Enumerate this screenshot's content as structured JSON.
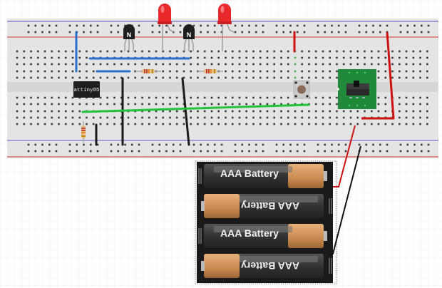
{
  "diagram": {
    "chip": {
      "label": "attiny85"
    },
    "transistors": [
      {
        "label": "N"
      },
      {
        "label": "N"
      }
    ],
    "batteries": [
      {
        "label": "AAA Battery",
        "orientation": "normal"
      },
      {
        "label": "AAA Battery",
        "orientation": "flipped"
      },
      {
        "label": "AAA Battery",
        "orientation": "normal"
      },
      {
        "label": "AAA Battery",
        "orientation": "flipped"
      }
    ],
    "colors": {
      "breadboard": "#e6e6e6",
      "rail_positive": "#d9534f",
      "rail_negative": "#6b6bd6",
      "wire_blue": "#2a6fc9",
      "wire_red": "#cc1111",
      "wire_black": "#1a1a1a",
      "wire_green": "#22c33a",
      "led": "#e8282b",
      "switch_board": "#1f8a3a"
    }
  }
}
